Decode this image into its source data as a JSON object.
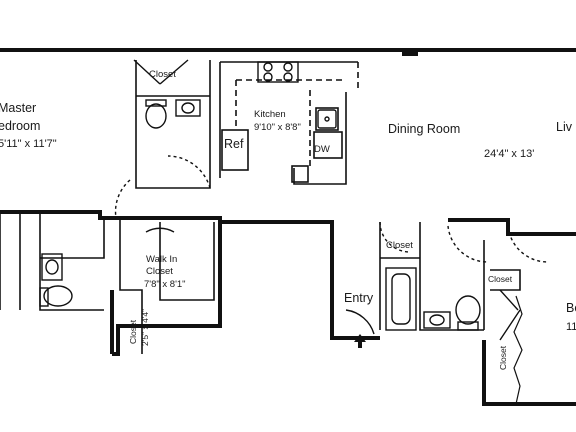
{
  "floor_plan": {
    "master_bedroom": {
      "name_line1": "Master",
      "name_line2": "edroom",
      "size": "5'11\" x 11'7\""
    },
    "kitchen": {
      "name": "Kitchen",
      "size": "9'10\" x 8'8\""
    },
    "dining_room": {
      "name": "Dining Room"
    },
    "living_room": {
      "name": "Liv",
      "size": "24'4\" x 13'"
    },
    "walk_in_closet": {
      "name_line1": "Walk In",
      "name_line2": "Closet",
      "size": "7'8\" x 8'1\""
    },
    "small_closet": {
      "name": "Closet",
      "size": "2'5\" x 4'4\""
    },
    "entry": {
      "name": "Entry"
    },
    "bedroom2": {
      "name": "Be",
      "size": "11"
    },
    "closets": [
      "Closet",
      "Closet",
      "Closet",
      "Closet"
    ],
    "appliances": {
      "refrigerator": "Ref",
      "dishwasher": "DW"
    }
  }
}
